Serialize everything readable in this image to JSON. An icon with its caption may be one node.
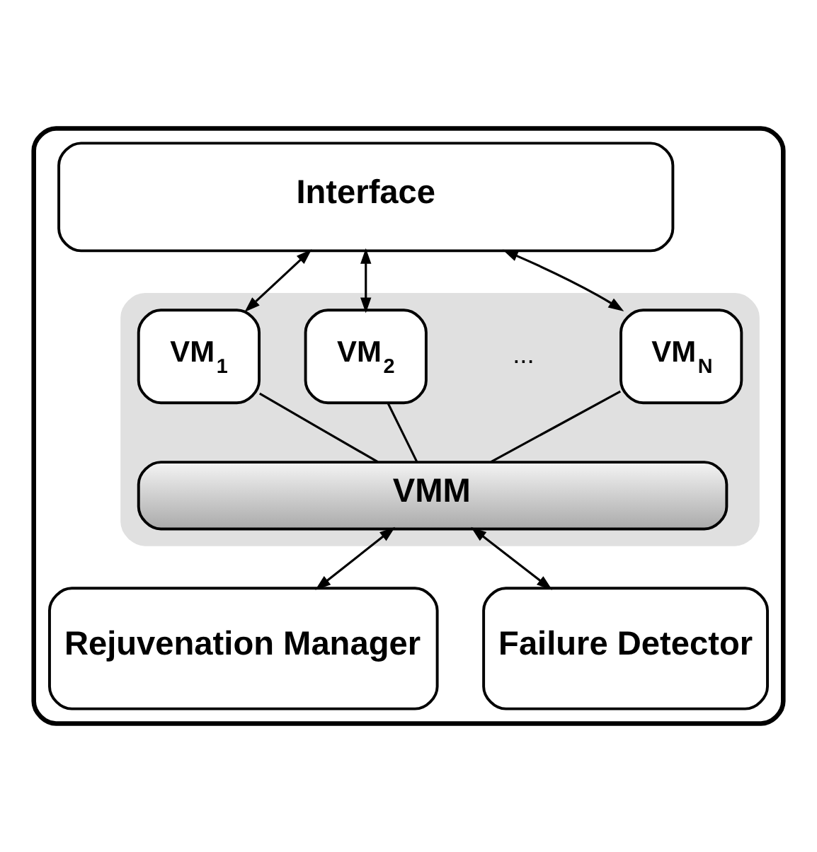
{
  "diagram": {
    "nodes": [
      {
        "text": [],
        "shape": "box"
      },
      {
        "text": [
          "Interface"
        ],
        "in": 0
      },
      {
        "text": [],
        "shape": "box",
        "in": 0
      },
      {
        "text": [
          "VM$_{1}$"
        ],
        "in": 2
      },
      {
        "text": [
          "VM$_{2}$"
        ],
        "in": 2
      },
      {
        "text": [
          "VM$_{N}$"
        ],
        "in": 2
      },
      {
        "text": [
          "VMM"
        ],
        "in": 2
      },
      {
        "text": [
          "Rejuvenation Manager"
        ],
        "in": 0
      },
      {
        "text": [
          "Failure Detector"
        ],
        "in": 0
      }
    ],
    "edges": [
      {
        "from": 1,
        "to": 3,
        "arrow": "both"
      },
      {
        "from": 1,
        "to": 4,
        "arrow": "both"
      },
      {
        "from": 1,
        "to": 5,
        "arrow": "both"
      },
      {
        "from": 3,
        "to": 6,
        "arrow": "none"
      },
      {
        "from": 4,
        "to": 6,
        "arrow": "none"
      },
      {
        "from": 5,
        "to": 6,
        "arrow": "none"
      },
      {
        "from": 6,
        "to": 7,
        "arrow": "both"
      },
      {
        "from": 6,
        "to": 8,
        "arrow": "both"
      }
    ],
    "labels": [
      "..."
    ]
  }
}
